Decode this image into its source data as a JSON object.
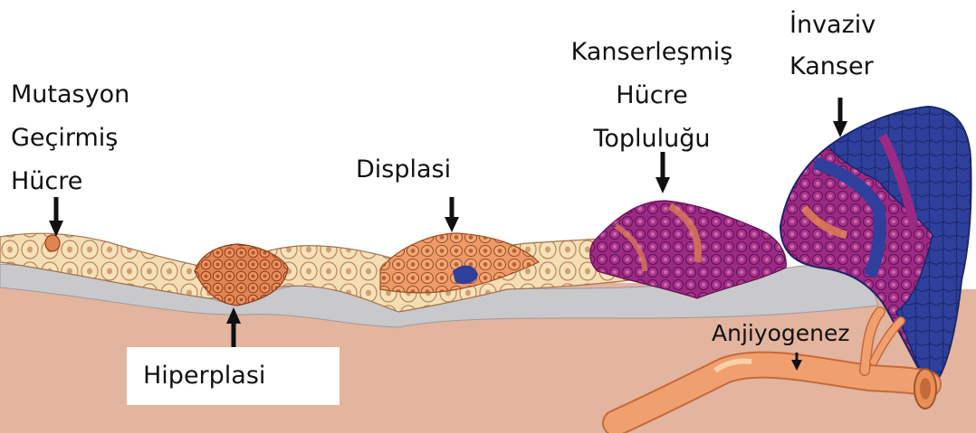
{
  "labels": {
    "mutasyon": [
      "Mutasyon",
      "Geçirmiş",
      "Hücre"
    ],
    "hiperplasi": "Hiperplasi",
    "displasi": "Displasi",
    "kanserlesmis": [
      "Kanserleşmiş",
      "Hücre",
      "Topluluğu"
    ],
    "invaziv": [
      "İnvaziv",
      "Kanser"
    ],
    "anjiyogenez": "Anjiyogenez"
  },
  "colors": {
    "stroma": "#e3b49e",
    "basement_membrane": "#c9c9cb",
    "normal_cell": "#f6deb4",
    "hyperplasia_cell": "#e28452",
    "dysplasia_cell": "#ec9a66",
    "cancer_purple": "#9c2a84",
    "invasive_blue": "#2f3f9c",
    "vessel": "#f0a06e",
    "arrow": "#111111"
  }
}
